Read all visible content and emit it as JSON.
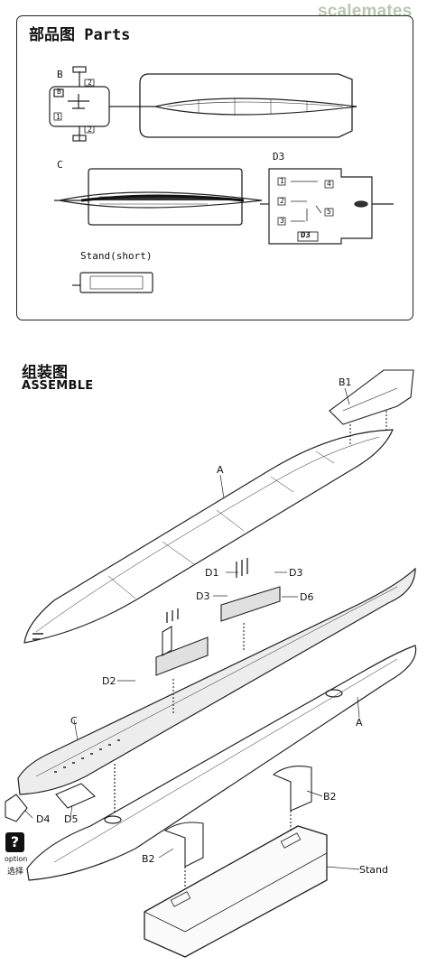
{
  "watermark": "scalemates",
  "parts": {
    "title": "部品图 Parts",
    "sprues": {
      "B": {
        "label": "B",
        "sub_label": "B",
        "numbers": [
          "1",
          "2",
          "2"
        ]
      },
      "C": {
        "label": "C"
      },
      "D3": {
        "label": "D3",
        "numbers": [
          "1",
          "2",
          "3",
          "4",
          "5"
        ],
        "tag": "D3"
      },
      "stand": {
        "label": "Stand(short)"
      }
    }
  },
  "assemble": {
    "title_cn": "组装图",
    "title_en": "ASSEMBLE",
    "callouts": [
      "B1",
      "A",
      "D1",
      "D3",
      "D3",
      "D6",
      "D2",
      "C",
      "A",
      "D4",
      "D5",
      "B2",
      "B2",
      "Stand"
    ],
    "option": {
      "icon": "?",
      "en": "option",
      "cn": "选择"
    }
  }
}
